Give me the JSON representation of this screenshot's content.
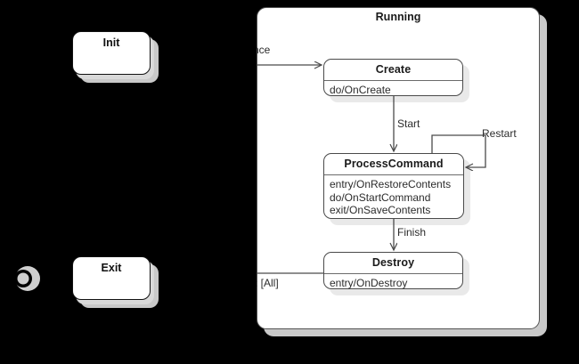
{
  "diagram": {
    "type": "uml-state-machine",
    "title": "Running",
    "background_color": "#000000",
    "surface_color": "#ffffff",
    "line_color": "#555555",
    "text_color": "#2b2b2b"
  },
  "composite_state": {
    "name": "Running",
    "label": "Running"
  },
  "outer_states": [
    {
      "id": "init",
      "label": "Init",
      "kind": "state"
    },
    {
      "id": "exit",
      "label": "Exit",
      "kind": "state"
    }
  ],
  "pseudo_nodes": [
    {
      "id": "initial-node",
      "kind": "initial-state",
      "label": ""
    },
    {
      "id": "final-node",
      "kind": "final-state",
      "label": ""
    }
  ],
  "inner_states": [
    {
      "id": "create",
      "label": "Create",
      "activities": [
        "do/OnCreate"
      ]
    },
    {
      "id": "process-command",
      "label": "ProcessCommand",
      "activities": [
        "entry/OnRestoreContents",
        "do/OnStartCommand",
        "exit/OnSaveContents"
      ]
    },
    {
      "id": "destroy",
      "label": "Destroy",
      "activities": [
        "entry/OnDestroy"
      ]
    }
  ],
  "transitions": [
    {
      "id": "t-into-create",
      "label": "nce",
      "from": "",
      "to": "create"
    },
    {
      "id": "t-start",
      "label": "Start",
      "from": "create",
      "to": "process-command"
    },
    {
      "id": "t-restart",
      "label": "Restart",
      "from": "process-command",
      "to": "process-command"
    },
    {
      "id": "t-finish",
      "label": "Finish",
      "from": "process-command",
      "to": "destroy"
    },
    {
      "id": "t-into-destroy",
      "label": "e :  [All]",
      "from": "",
      "to": "destroy"
    }
  ]
}
